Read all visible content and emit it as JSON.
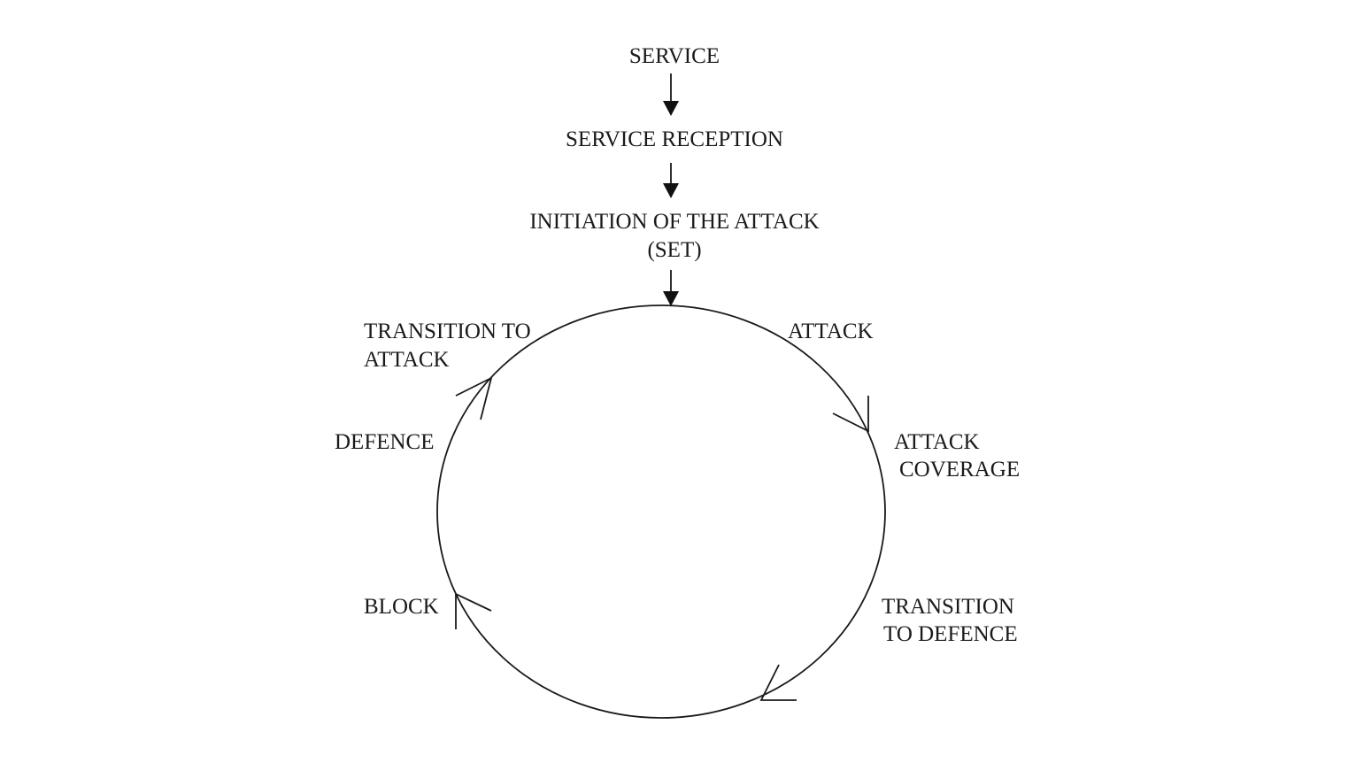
{
  "colors": {
    "ink": "#1a1a1a",
    "background": "#ffffff"
  },
  "diagram": {
    "sequence": {
      "service": "SERVICE",
      "service_reception": "SERVICE RECEPTION",
      "initiation_line1": "INITIATION OF THE ATTACK",
      "initiation_line2": "(SET)"
    },
    "cycle": {
      "attack": "ATTACK",
      "attack_coverage_line1": "ATTACK",
      "attack_coverage_line2": "COVERAGE",
      "transition_to_defence_line1": "TRANSITION",
      "transition_to_defence_line2": "TO DEFENCE",
      "block": "BLOCK",
      "defence": "DEFENCE",
      "transition_to_attack_line1": "TRANSITION TO",
      "transition_to_attack_line2": "ATTACK"
    }
  }
}
